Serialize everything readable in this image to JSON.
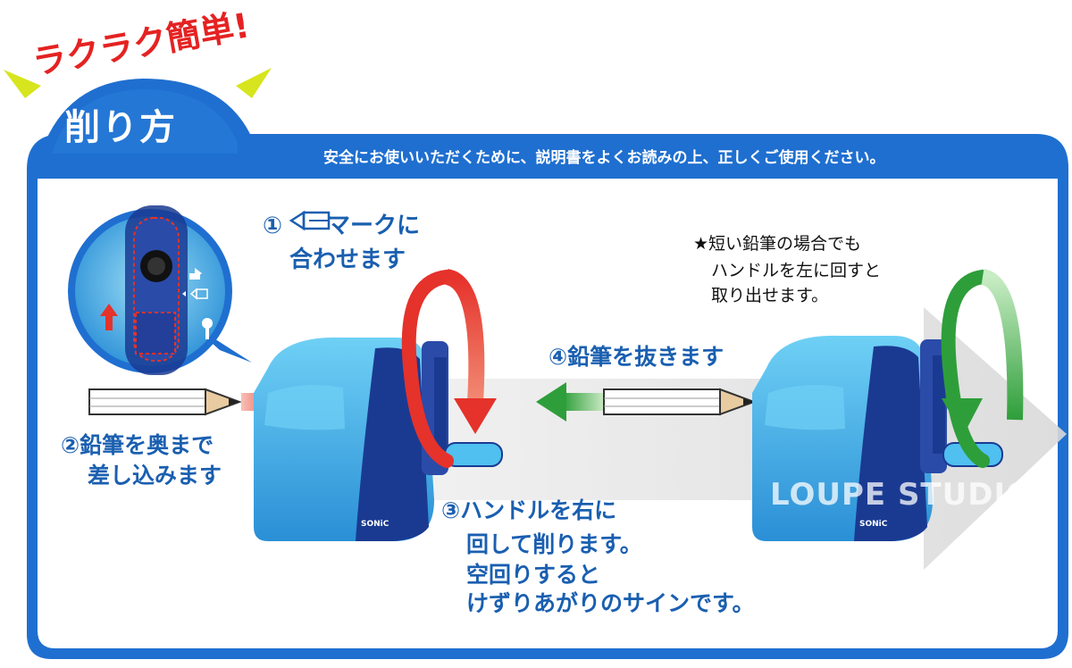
{
  "badge": {
    "catchphrase": "ラクラク簡単!",
    "title": "削り方"
  },
  "notice": "安全にお使いいただくために、説明書をよくお読みの上、正しくご使用ください。",
  "steps": {
    "step1": {
      "line1_prefix": "①",
      "line1_suffix": "マークに",
      "line2": "合わせます"
    },
    "step2": {
      "line1": "②鉛筆を奥まで",
      "line2": "差し込みます"
    },
    "step3": {
      "line1": "③ハンドルを右に",
      "line2": "回して削ります。",
      "line3": "空回りすると",
      "line4": "けずりあがりのサインです。"
    },
    "step4": "④鉛筆を抜きます"
  },
  "note": {
    "line1": "★短い鉛筆の場合でも",
    "line2": "ハンドルを左に回すと",
    "line3": "取り出せます。"
  },
  "product": {
    "brand": "SONiC"
  },
  "watermark": "LOUPE STUDIO",
  "colors": {
    "frame_blue": "#1f6fd0",
    "text_blue": "#1a5fb0",
    "sharpener_light": "#3aa6e4",
    "sharpener_dark": "#1a3a92",
    "arrow_red": "#e5322b",
    "arrow_green": "#2e9e3a",
    "catchphrase_red": "#e52222",
    "accent_yellow": "#d7e51e"
  },
  "icons": [
    "pencil-mark-icon",
    "insert-pencil-icon",
    "lock-icon",
    "up-arrow-icon",
    "rotate-clockwise-arrow",
    "rotate-counterclockwise-arrow",
    "right-arrow-icon",
    "left-arrow-icon"
  ]
}
